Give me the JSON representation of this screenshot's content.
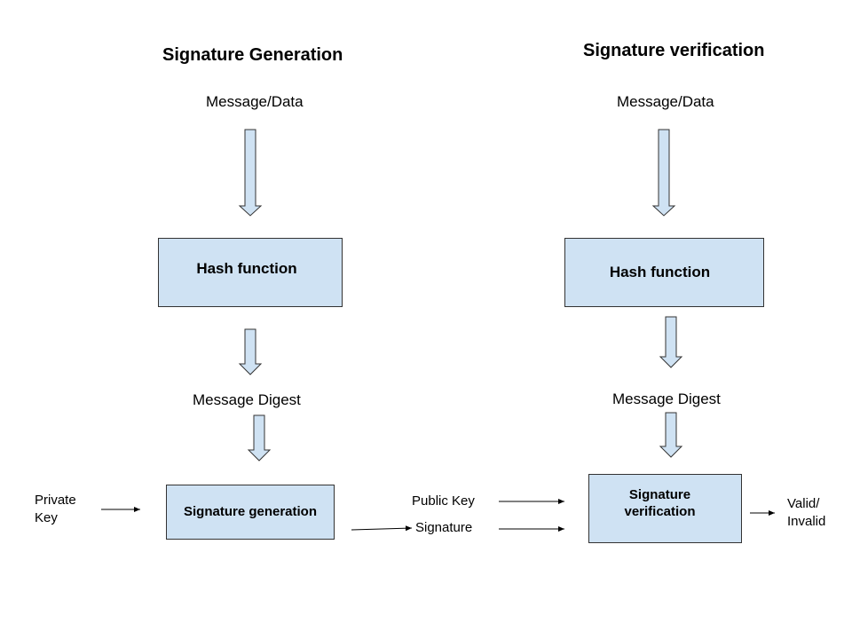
{
  "generation": {
    "title": "Signature Generation",
    "message": "Message/Data",
    "hash_box": "Hash function",
    "digest": "Message Digest",
    "sign_box": "Signature generation",
    "private_key_line1": "Private",
    "private_key_line2": "Key"
  },
  "middle": {
    "public_key": "Public Key",
    "signature": "Signature"
  },
  "verification": {
    "title": "Signature verification",
    "message": "Message/Data",
    "hash_box": "Hash function",
    "digest": "Message Digest",
    "verify_box_line1": "Signature",
    "verify_box_line2": "verification",
    "result_line1": "Valid/",
    "result_line2": "Invalid"
  },
  "colors": {
    "box_fill": "#cfe2f3",
    "outline": "#333333"
  }
}
